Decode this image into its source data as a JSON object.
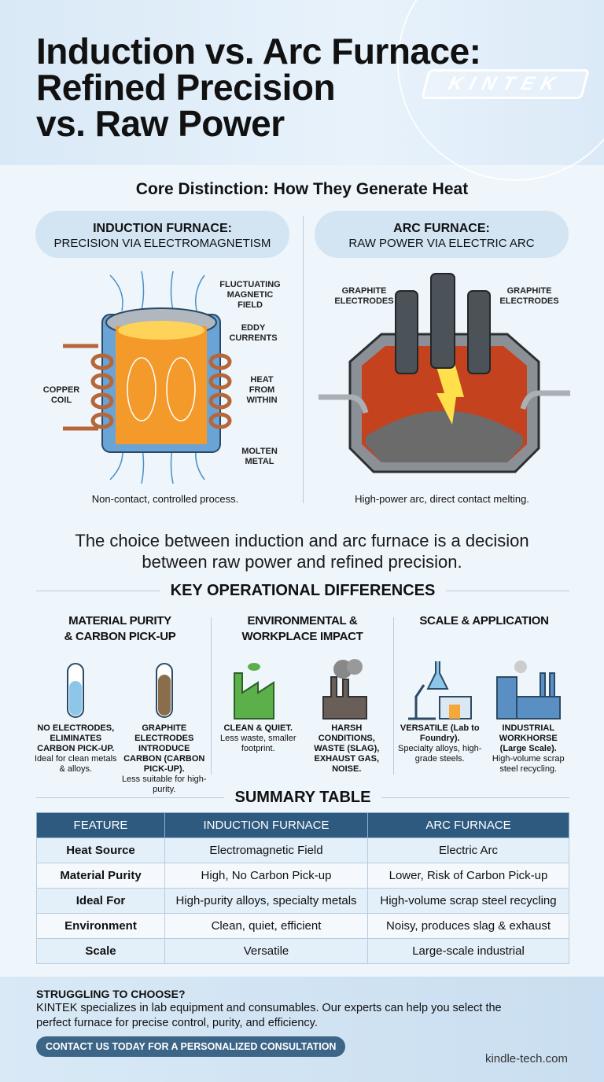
{
  "header": {
    "title_lines": [
      "Induction vs. Arc Furnace:",
      "Refined Precision",
      "vs. Raw Power"
    ],
    "logo": "KINTEK"
  },
  "core": {
    "heading": "Core Distinction: How They Generate Heat",
    "induction": {
      "title": "INDUCTION FURNACE:",
      "subtitle": "PRECISION VIA ELECTROMAGNETISM",
      "labels": {
        "field": "FLUCTUATING MAGNETIC FIELD",
        "eddy": "EDDY CURRENTS",
        "heat": "HEAT FROM WITHIN",
        "metal": "MOLTEN METAL",
        "coil": "COPPER COIL"
      },
      "caption": "Non-contact, controlled process."
    },
    "arc": {
      "title": "ARC FURNACE:",
      "subtitle": "RAW POWER VIA ELECTRIC ARC",
      "labels": {
        "left": "GRAPHITE ELECTRODES",
        "right": "GRAPHITE ELECTRODES"
      },
      "caption": "High-power arc, direct contact melting."
    }
  },
  "quote": [
    "The choice between induction and arc furnace is a decision",
    "between raw power and refined precision."
  ],
  "differences": {
    "heading": "KEY OPERATIONAL DIFFERENCES",
    "columns": [
      {
        "title": [
          "MATERIAL PURITY",
          "& CARBON PICK-UP"
        ],
        "items": [
          {
            "icon": "clear-test-tube-icon",
            "bold": "NO ELECTRODES, ELIMINATES CARBON PICK-UP.",
            "text": "Ideal for clean metals & alloys."
          },
          {
            "icon": "dirty-test-tube-icon",
            "bold": "GRAPHITE ELECTRODES INTRODUCE CARBON (CARBON PICK-UP).",
            "text": "Less suitable for high-purity."
          }
        ]
      },
      {
        "title": [
          "ENVIRONMENTAL &",
          "WORKPLACE IMPACT"
        ],
        "items": [
          {
            "icon": "green-factory-icon",
            "bold": "CLEAN & QUIET.",
            "text": "Less waste, smaller footprint."
          },
          {
            "icon": "polluting-factory-icon",
            "bold": "HARSH CONDITIONS, WASTE (SLAG), EXHAUST GAS, NOISE.",
            "text": ""
          }
        ]
      },
      {
        "title": [
          "SCALE & APPLICATION",
          ""
        ],
        "items": [
          {
            "icon": "lab-equipment-icon",
            "bold": "VERSATILE (Lab to Foundry).",
            "text": "Specialty alloys, high-grade steels."
          },
          {
            "icon": "industrial-plant-icon",
            "bold": "INDUSTRIAL WORKHORSE (Large Scale).",
            "text": "High-volume scrap steel recycling."
          }
        ]
      }
    ]
  },
  "summary": {
    "heading": "SUMMARY TABLE",
    "columns": [
      "FEATURE",
      "INDUCTION FURNACE",
      "ARC FURNACE"
    ],
    "rows": [
      [
        "Heat Source",
        "Electromagnetic Field",
        "Electric Arc"
      ],
      [
        "Material Purity",
        "High, No Carbon Pick-up",
        "Lower, Risk of Carbon Pick-up"
      ],
      [
        "Ideal For",
        "High-purity alloys, specialty metals",
        "High-volume scrap steel recycling"
      ],
      [
        "Environment",
        "Clean, quiet, efficient",
        "Noisy, produces slag & exhaust"
      ],
      [
        "Scale",
        "Versatile",
        "Large-scale industrial"
      ]
    ]
  },
  "footer": {
    "title": "STRUGGLING TO CHOOSE?",
    "text": "KINTEK specializes in lab equipment and consumables. Our experts can help you select the perfect furnace for precise control, purity, and efficiency.",
    "cta": "CONTACT US TODAY FOR A PERSONALIZED CONSULTATION",
    "site": "kindle-tech.com"
  }
}
